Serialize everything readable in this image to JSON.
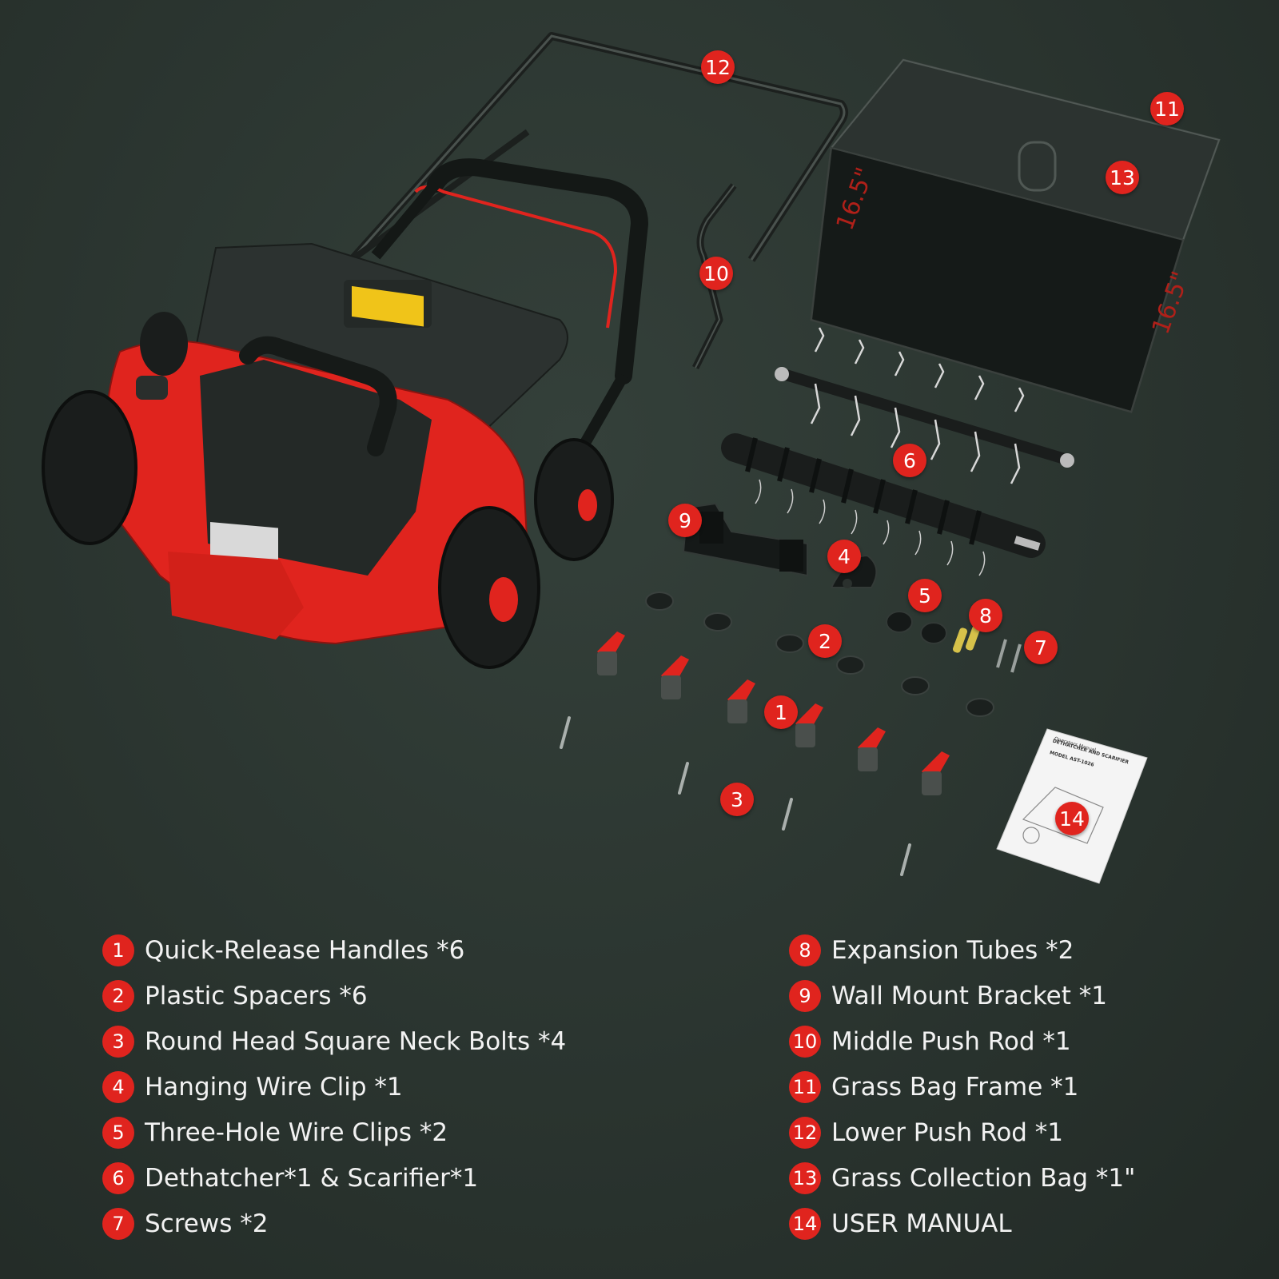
{
  "colors": {
    "accent": "#e0241e",
    "background": "#2a342f",
    "text": "#f2f2f2",
    "machine_red": "#e0241e",
    "machine_dark": "#2a2e2c"
  },
  "markers": [
    {
      "number": "1"
    },
    {
      "number": "2"
    },
    {
      "number": "3"
    },
    {
      "number": "4"
    },
    {
      "number": "5"
    },
    {
      "number": "6"
    },
    {
      "number": "7"
    },
    {
      "number": "8"
    },
    {
      "number": "9"
    },
    {
      "number": "10"
    },
    {
      "number": "11"
    },
    {
      "number": "12"
    },
    {
      "number": "13"
    },
    {
      "number": "14"
    }
  ],
  "legend": {
    "left": [
      {
        "number": "1",
        "label": "Quick-Release Handles *6"
      },
      {
        "number": "2",
        "label": "Plastic Spacers *6"
      },
      {
        "number": "3",
        "label": "Round Head Square Neck Bolts *4"
      },
      {
        "number": "4",
        "label": "Hanging Wire Clip *1"
      },
      {
        "number": "5",
        "label": "Three-Hole Wire Clips *2"
      },
      {
        "number": "6",
        "label": "Dethatcher*1 & Scarifier*1"
      },
      {
        "number": "7",
        "label": "Screws *2"
      }
    ],
    "right": [
      {
        "number": "8",
        "label": "Expansion Tubes *2"
      },
      {
        "number": "9",
        "label": "Wall Mount Bracket *1"
      },
      {
        "number": "10",
        "label": "Middle Push Rod *1"
      },
      {
        "number": "11",
        "label": "Grass Bag Frame *1"
      },
      {
        "number": "12",
        "label": "Lower Push Rod *1"
      },
      {
        "number": "13",
        "label": "Grass Collection Bag *1\""
      },
      {
        "number": "14",
        "label": "USER MANUAL"
      }
    ]
  },
  "manual": {
    "title_lines": [
      "Operators Manual",
      "DETHATCHER AND SCARIFIER",
      "MODEL AST-1026"
    ]
  }
}
